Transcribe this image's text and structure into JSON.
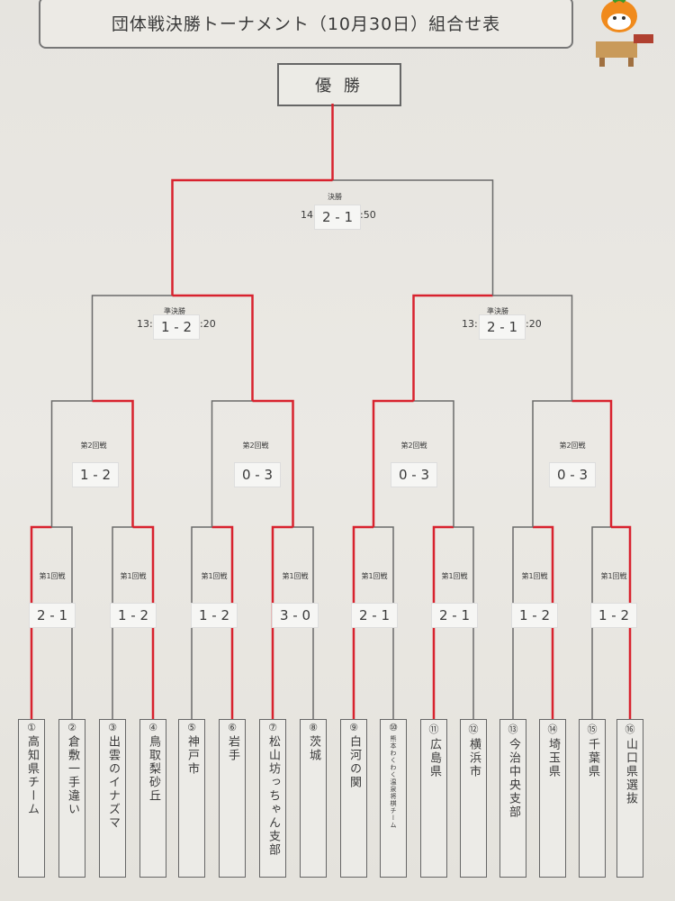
{
  "title": "団体戦決勝トーナメント（10月30日）組合せ表",
  "champion_label": "優 勝",
  "colors": {
    "winner_line": "#d8222e",
    "bracket_line": "#6a6a6a"
  },
  "final": {
    "label": "決勝",
    "start": "14:",
    "score": "2 - 1",
    "end": ":50",
    "winner": 0
  },
  "semifinals": [
    {
      "label": "準決勝",
      "start": "13:",
      "score": "1 - 2",
      "end": ":20",
      "winner": 1
    },
    {
      "label": "準決勝",
      "start": "13:",
      "score": "2 - 1",
      "end": ":20",
      "winner": 0
    }
  ],
  "round2": [
    {
      "label": "第2回戦",
      "score": "1 - 2",
      "winner": 1
    },
    {
      "label": "第2回戦",
      "score": "0 - 3",
      "winner": 1
    },
    {
      "label": "第2回戦",
      "score": "0 - 3",
      "winner": 0
    },
    {
      "label": "第2回戦",
      "score": "0 - 3",
      "winner": 1
    }
  ],
  "round1": [
    {
      "label": "第1回戦",
      "score": "2 - 1",
      "winner": 0
    },
    {
      "label": "第1回戦",
      "score": "1 - 2",
      "winner": 1
    },
    {
      "label": "第1回戦",
      "score": "1 - 2",
      "winner": 1
    },
    {
      "label": "第1回戦",
      "score": "3 - 0",
      "winner": 0
    },
    {
      "label": "第1回戦",
      "score": "2 - 1",
      "winner": 0
    },
    {
      "label": "第1回戦",
      "score": "2 - 1",
      "winner": 0
    },
    {
      "label": "第1回戦",
      "score": "1 - 2",
      "winner": 1
    },
    {
      "label": "第1回戦",
      "score": "1 - 2",
      "winner": 1
    }
  ],
  "teams": [
    {
      "num": "①",
      "name": "高知県チーム"
    },
    {
      "num": "②",
      "name": "倉敷一手違い"
    },
    {
      "num": "③",
      "name": "出雲のイナズマ"
    },
    {
      "num": "④",
      "name": "鳥取梨砂丘"
    },
    {
      "num": "⑤",
      "name": "神戸市"
    },
    {
      "num": "⑥",
      "name": "岩手"
    },
    {
      "num": "⑦",
      "name": "松山坊っちゃん支部"
    },
    {
      "num": "⑧",
      "name": "茨城"
    },
    {
      "num": "⑨",
      "name": "白河の関"
    },
    {
      "num": "⑩",
      "name": "熊本わくわく温泉将棋チーム"
    },
    {
      "num": "⑪",
      "name": "広島県"
    },
    {
      "num": "⑫",
      "name": "横浜市"
    },
    {
      "num": "⑬",
      "name": "今治中央支部"
    },
    {
      "num": "⑭",
      "name": "埼玉県"
    },
    {
      "num": "⑮",
      "name": "千葉県"
    },
    {
      "num": "⑯",
      "name": "山口県選抜"
    }
  ]
}
